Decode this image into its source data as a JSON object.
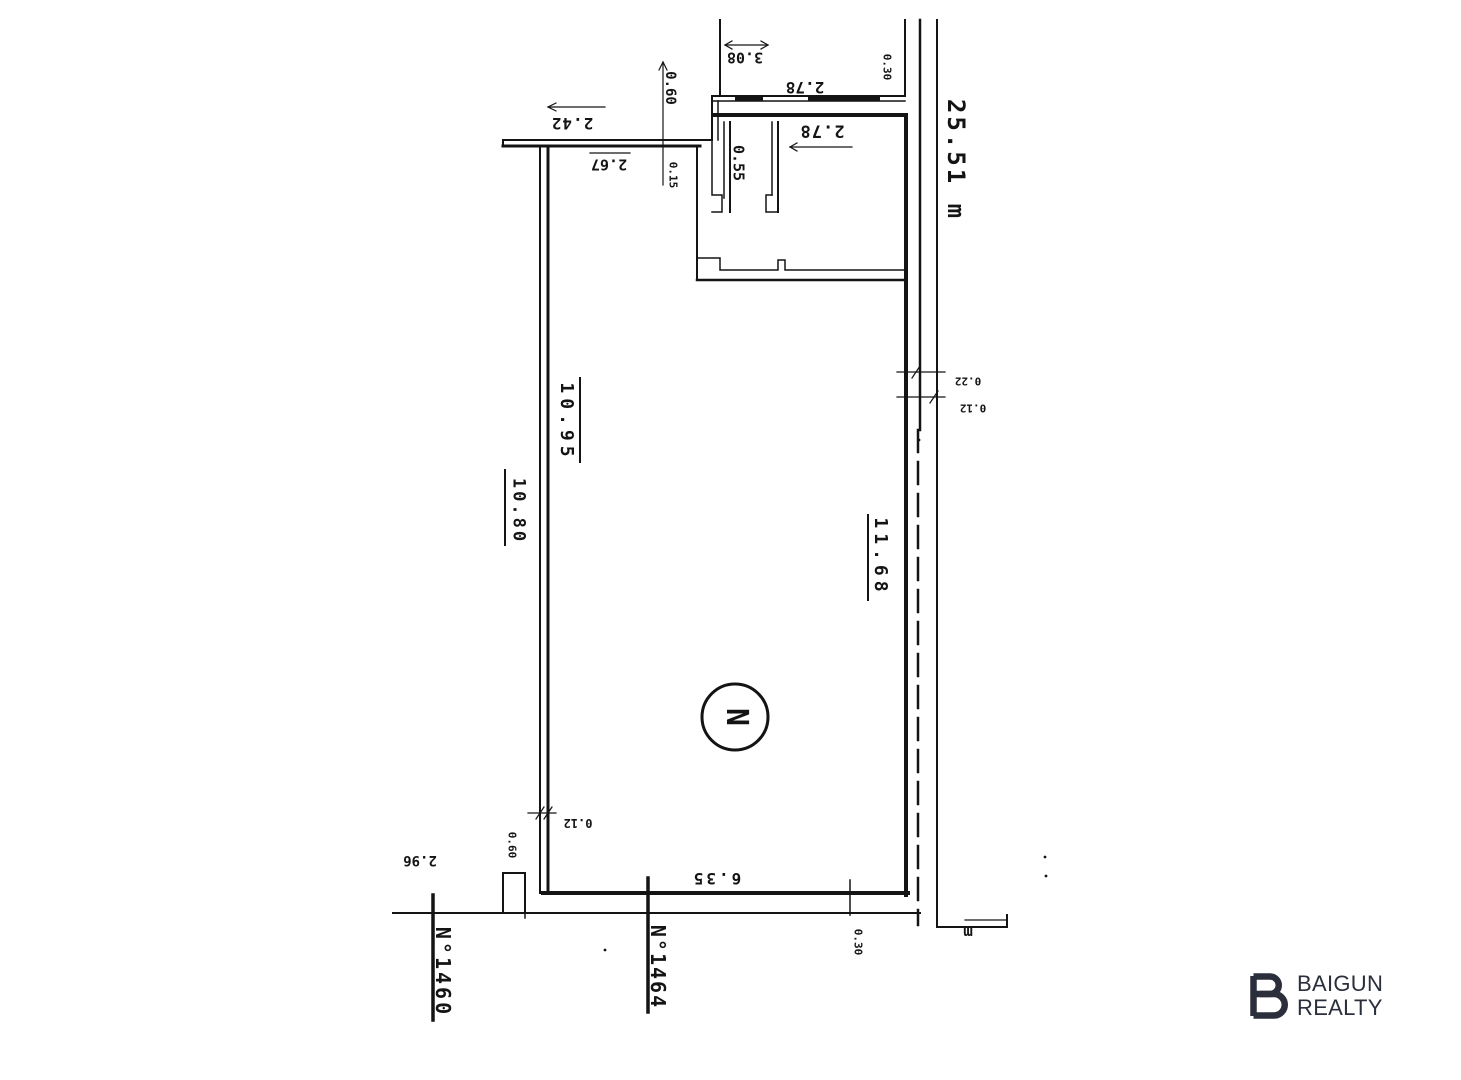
{
  "plan": {
    "dimensions": {
      "neighbor_width": "3.08",
      "upper_frontage": "2.78",
      "upper_setback": "0.30",
      "upper_step": "0.60",
      "overhang_width": "2.42",
      "bath_width": "2.78",
      "hall_width": "2.67",
      "wall_thickness_top": "0.15",
      "partition_width": "0.55",
      "total_length": "25.51 m",
      "right_offset_a": "0.22",
      "right_offset_b": "0.12",
      "inner_left_length": "10.95",
      "outer_left_length": "10.80",
      "right_length": "11.68",
      "left_wall_thickness": "0.12",
      "corner_box_width": "0.60",
      "left_offset": "2.96",
      "front_width": "6.35",
      "front_setback": "0.30",
      "unit_mark": "m"
    },
    "circled_marker": "N",
    "lots": {
      "left": "N°1460",
      "center": "N°1464"
    }
  },
  "brand": {
    "line1": "BAIGUN",
    "line2": "REALTY",
    "icon": "baigun-b-icon",
    "color": "#2b2f3c"
  },
  "colors": {
    "ink": "#141414",
    "paper": "#ffffff"
  }
}
